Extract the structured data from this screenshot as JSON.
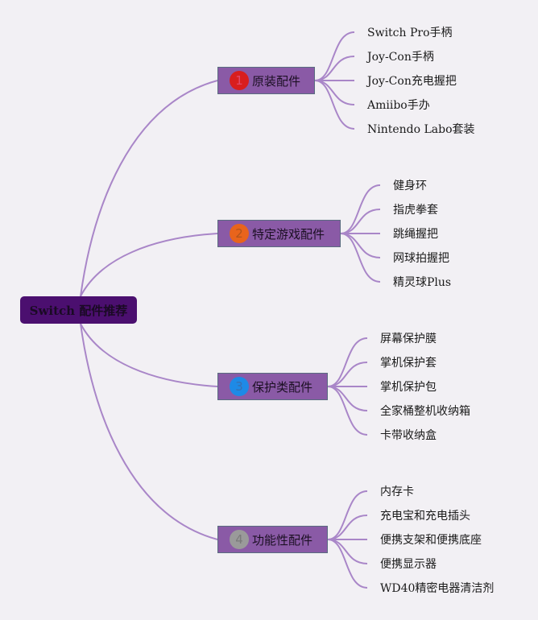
{
  "root": {
    "label": "Switch 配件推荐"
  },
  "colors": {
    "connector": "#a986c8",
    "root_bg": "#4b0f6f",
    "category_bg": "#8a5aa6"
  },
  "categories": [
    {
      "number": "1",
      "label": "原装配件",
      "badge_color": "#d81e1e",
      "number_color": "#e0486a",
      "items": [
        "Switch Pro手柄",
        "Joy-Con手柄",
        "Joy-Con充电握把",
        "Amiibo手办",
        "Nintendo Labo套装"
      ]
    },
    {
      "number": "2",
      "label": "特定游戏配件",
      "badge_color": "#e8641c",
      "number_color": "#b0541c",
      "items": [
        "健身环",
        "指虎拳套",
        "跳绳握把",
        "网球拍握把",
        "精灵球Plus"
      ]
    },
    {
      "number": "3",
      "label": "保护类配件",
      "badge_color": "#1e8ae6",
      "number_color": "#3a6fb0",
      "items": [
        "屏幕保护膜",
        "掌机保护套",
        "掌机保护包",
        "全家桶整机收纳箱",
        "卡带收纳盒"
      ]
    },
    {
      "number": "4",
      "label": "功能性配件",
      "badge_color": "#9a9a9a",
      "number_color": "#7a7a7a",
      "items": [
        "内存卡",
        "充电宝和充电插头",
        "便携支架和便携底座",
        "便携显示器",
        "WD40精密电器清洁剂"
      ]
    }
  ]
}
